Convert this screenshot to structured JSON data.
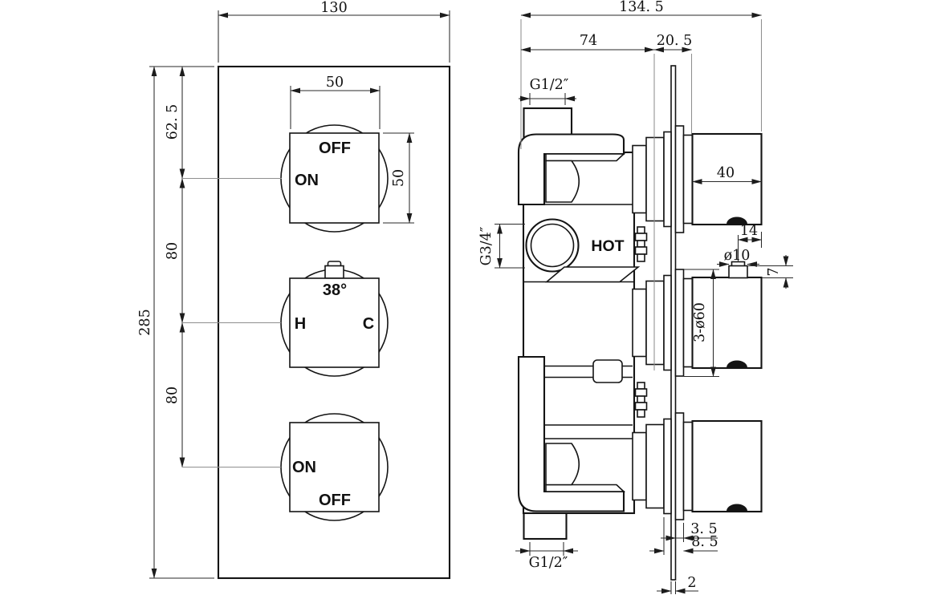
{
  "front_view": {
    "dims": {
      "plate_width": "130",
      "knob_width": "50",
      "knob_height": "50",
      "top_offset": "62. 5",
      "knob_spacing_upper": "80",
      "knob_spacing_lower": "80",
      "plate_height": "285"
    },
    "top_knob": {
      "off_label": "OFF",
      "on_label": "ON"
    },
    "middle_knob": {
      "temperature_label": "38°",
      "hot_label": "H",
      "cold_label": "C"
    },
    "bottom_knob": {
      "on_label": "ON",
      "off_label": "OFF"
    }
  },
  "side_view": {
    "dims": {
      "overall_depth": "134. 5",
      "valve_body_depth": "74",
      "plate_to_knob": "20. 5",
      "top_inlet_thread": "G1/2″",
      "hot_inlet_thread": "G3/4″",
      "knob_depth": "40",
      "stud_offset": "14",
      "stud_diameter": "ø10",
      "stud_height": "7",
      "escutcheon_diameter": "3-ø60",
      "flange_gap": "3. 5",
      "stack_depth": "8. 5",
      "plate_thickness": "2",
      "bottom_outlet_thread": "G1/2″"
    },
    "labels": {
      "hot_port": "HOT"
    }
  },
  "colors": {
    "line": "#141414",
    "extension": "#8f8f8f",
    "background": "#ffffff"
  }
}
